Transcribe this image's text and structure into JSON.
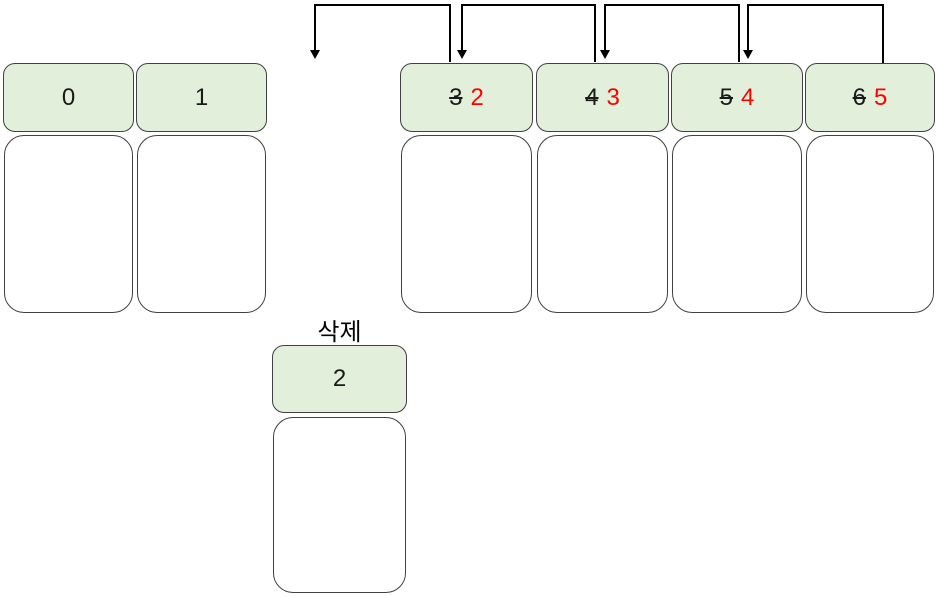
{
  "labels": {
    "deleted": "삭제"
  },
  "cells": {
    "left": [
      {
        "index": "0"
      },
      {
        "index": "1"
      }
    ],
    "shifted": [
      {
        "old_index": "3",
        "new_index": "2"
      },
      {
        "old_index": "4",
        "new_index": "3"
      },
      {
        "old_index": "5",
        "new_index": "4"
      },
      {
        "old_index": "6",
        "new_index": "5"
      }
    ],
    "deleted": {
      "index": "2"
    }
  },
  "colors": {
    "header-fill": "#e2efda",
    "card-border": "#404040",
    "new-index": "#ff0000",
    "arrow": "#000000"
  }
}
